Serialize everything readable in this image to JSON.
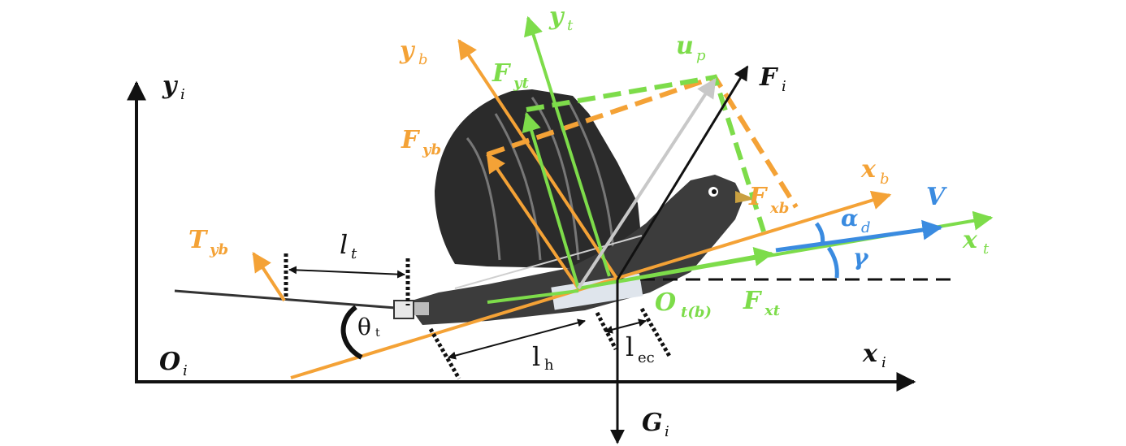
{
  "colors": {
    "black": "#111111",
    "orange": "#f4a236",
    "green": "#7ddc4a",
    "blue": "#3a8be0",
    "gray": "#c8c8c8",
    "bird": "#3c3c3c"
  },
  "labels": {
    "yi": {
      "main": "y",
      "sub": "i"
    },
    "oi": {
      "main": "O",
      "sub": "i"
    },
    "xi": {
      "main": "x",
      "sub": "i"
    },
    "gi": {
      "main": "G",
      "sub": "i"
    },
    "fi": {
      "main": "F",
      "sub": "i"
    },
    "yt": {
      "main": "y",
      "sub": "t"
    },
    "yb": {
      "main": "y",
      "sub": "b"
    },
    "up": {
      "main": "u",
      "sub": "p"
    },
    "fyt": {
      "main": "F",
      "sub": "yt"
    },
    "fyb": {
      "main": "F",
      "sub": "yb"
    },
    "xb": {
      "main": "x",
      "sub": "b"
    },
    "fxb": {
      "main": "F",
      "sub": "xb"
    },
    "v": {
      "main": "V"
    },
    "alpha": {
      "main": "α",
      "sub": "d"
    },
    "xt": {
      "main": "x",
      "sub": "t"
    },
    "gamma": {
      "main": "γ"
    },
    "fxt": {
      "main": "F",
      "sub": "xt"
    },
    "ot": {
      "main": "O",
      "sub": "t(b)"
    },
    "tyb": {
      "main": "T",
      "sub": "yb"
    },
    "lt": {
      "main": "l",
      "sub": "t"
    },
    "theta": {
      "main": "θ",
      "sub": "t"
    },
    "lh": {
      "main": "l",
      "sub": "h"
    },
    "lec": {
      "main": "l",
      "sub": "ec"
    }
  }
}
